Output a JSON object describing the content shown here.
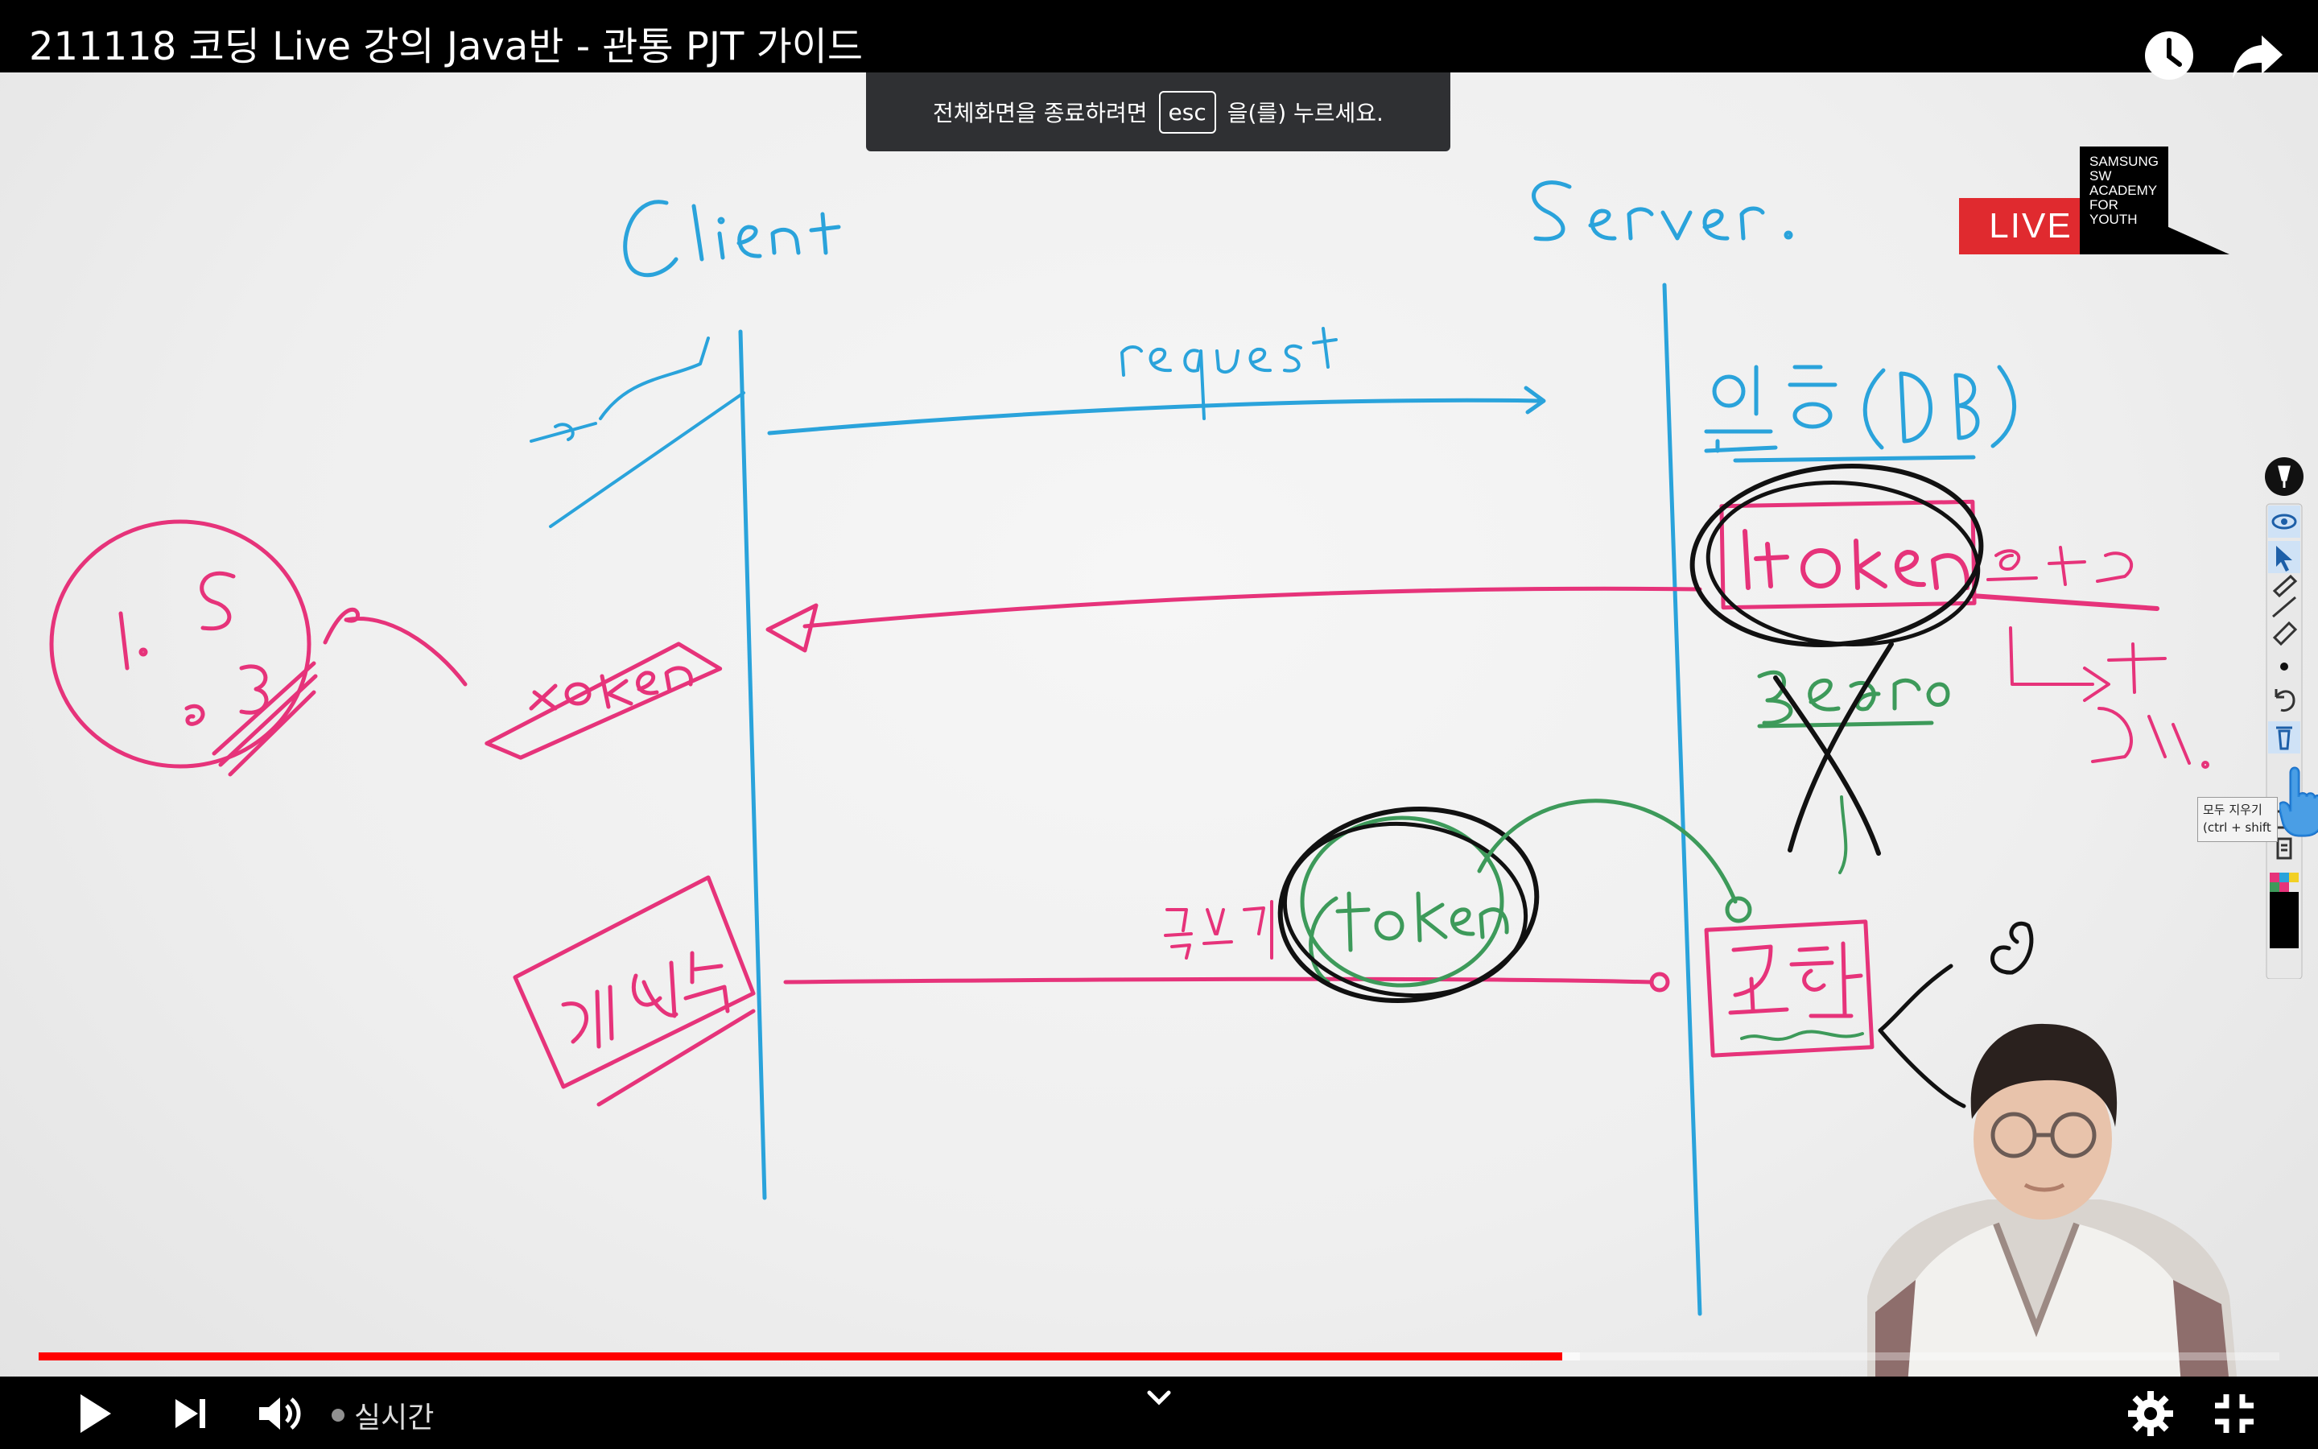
{
  "video": {
    "title": "211118 코딩 Live 강의 Java반 - 관통 PJT 가이드"
  },
  "fullscreen_toast": {
    "prefix": "전체화면을 종료하려면",
    "key": "esc",
    "suffix": "을(를) 누르세요."
  },
  "overlay": {
    "live_badge": "LIVE",
    "logo_lines": [
      "SAMSUNG",
      "SW",
      "ACADEMY",
      "FOR",
      "YOUTH"
    ]
  },
  "toolbar": {
    "tooltip_line1": "모두 지우기",
    "tooltip_line2": "(ctrl + shift"
  },
  "player": {
    "progress_played": 0.68,
    "progress_buffered": 0.688,
    "live_text": "실시간"
  },
  "icons": {
    "watch_later": "clock-icon",
    "share": "share-icon",
    "play": "play-icon",
    "next": "next-icon",
    "volume": "volume-icon",
    "chapters": "chevron-down-icon",
    "settings": "gear-icon",
    "exit_fullscreen": "exit-fullscreen-icon"
  },
  "colors": {
    "blue_ink": "#2aa3db",
    "pink_ink": "#e6337a",
    "green_ink": "#3d9a5a",
    "black_ink": "#111111",
    "progress_red": "#ff0000",
    "live_red": "#e02a2f"
  }
}
